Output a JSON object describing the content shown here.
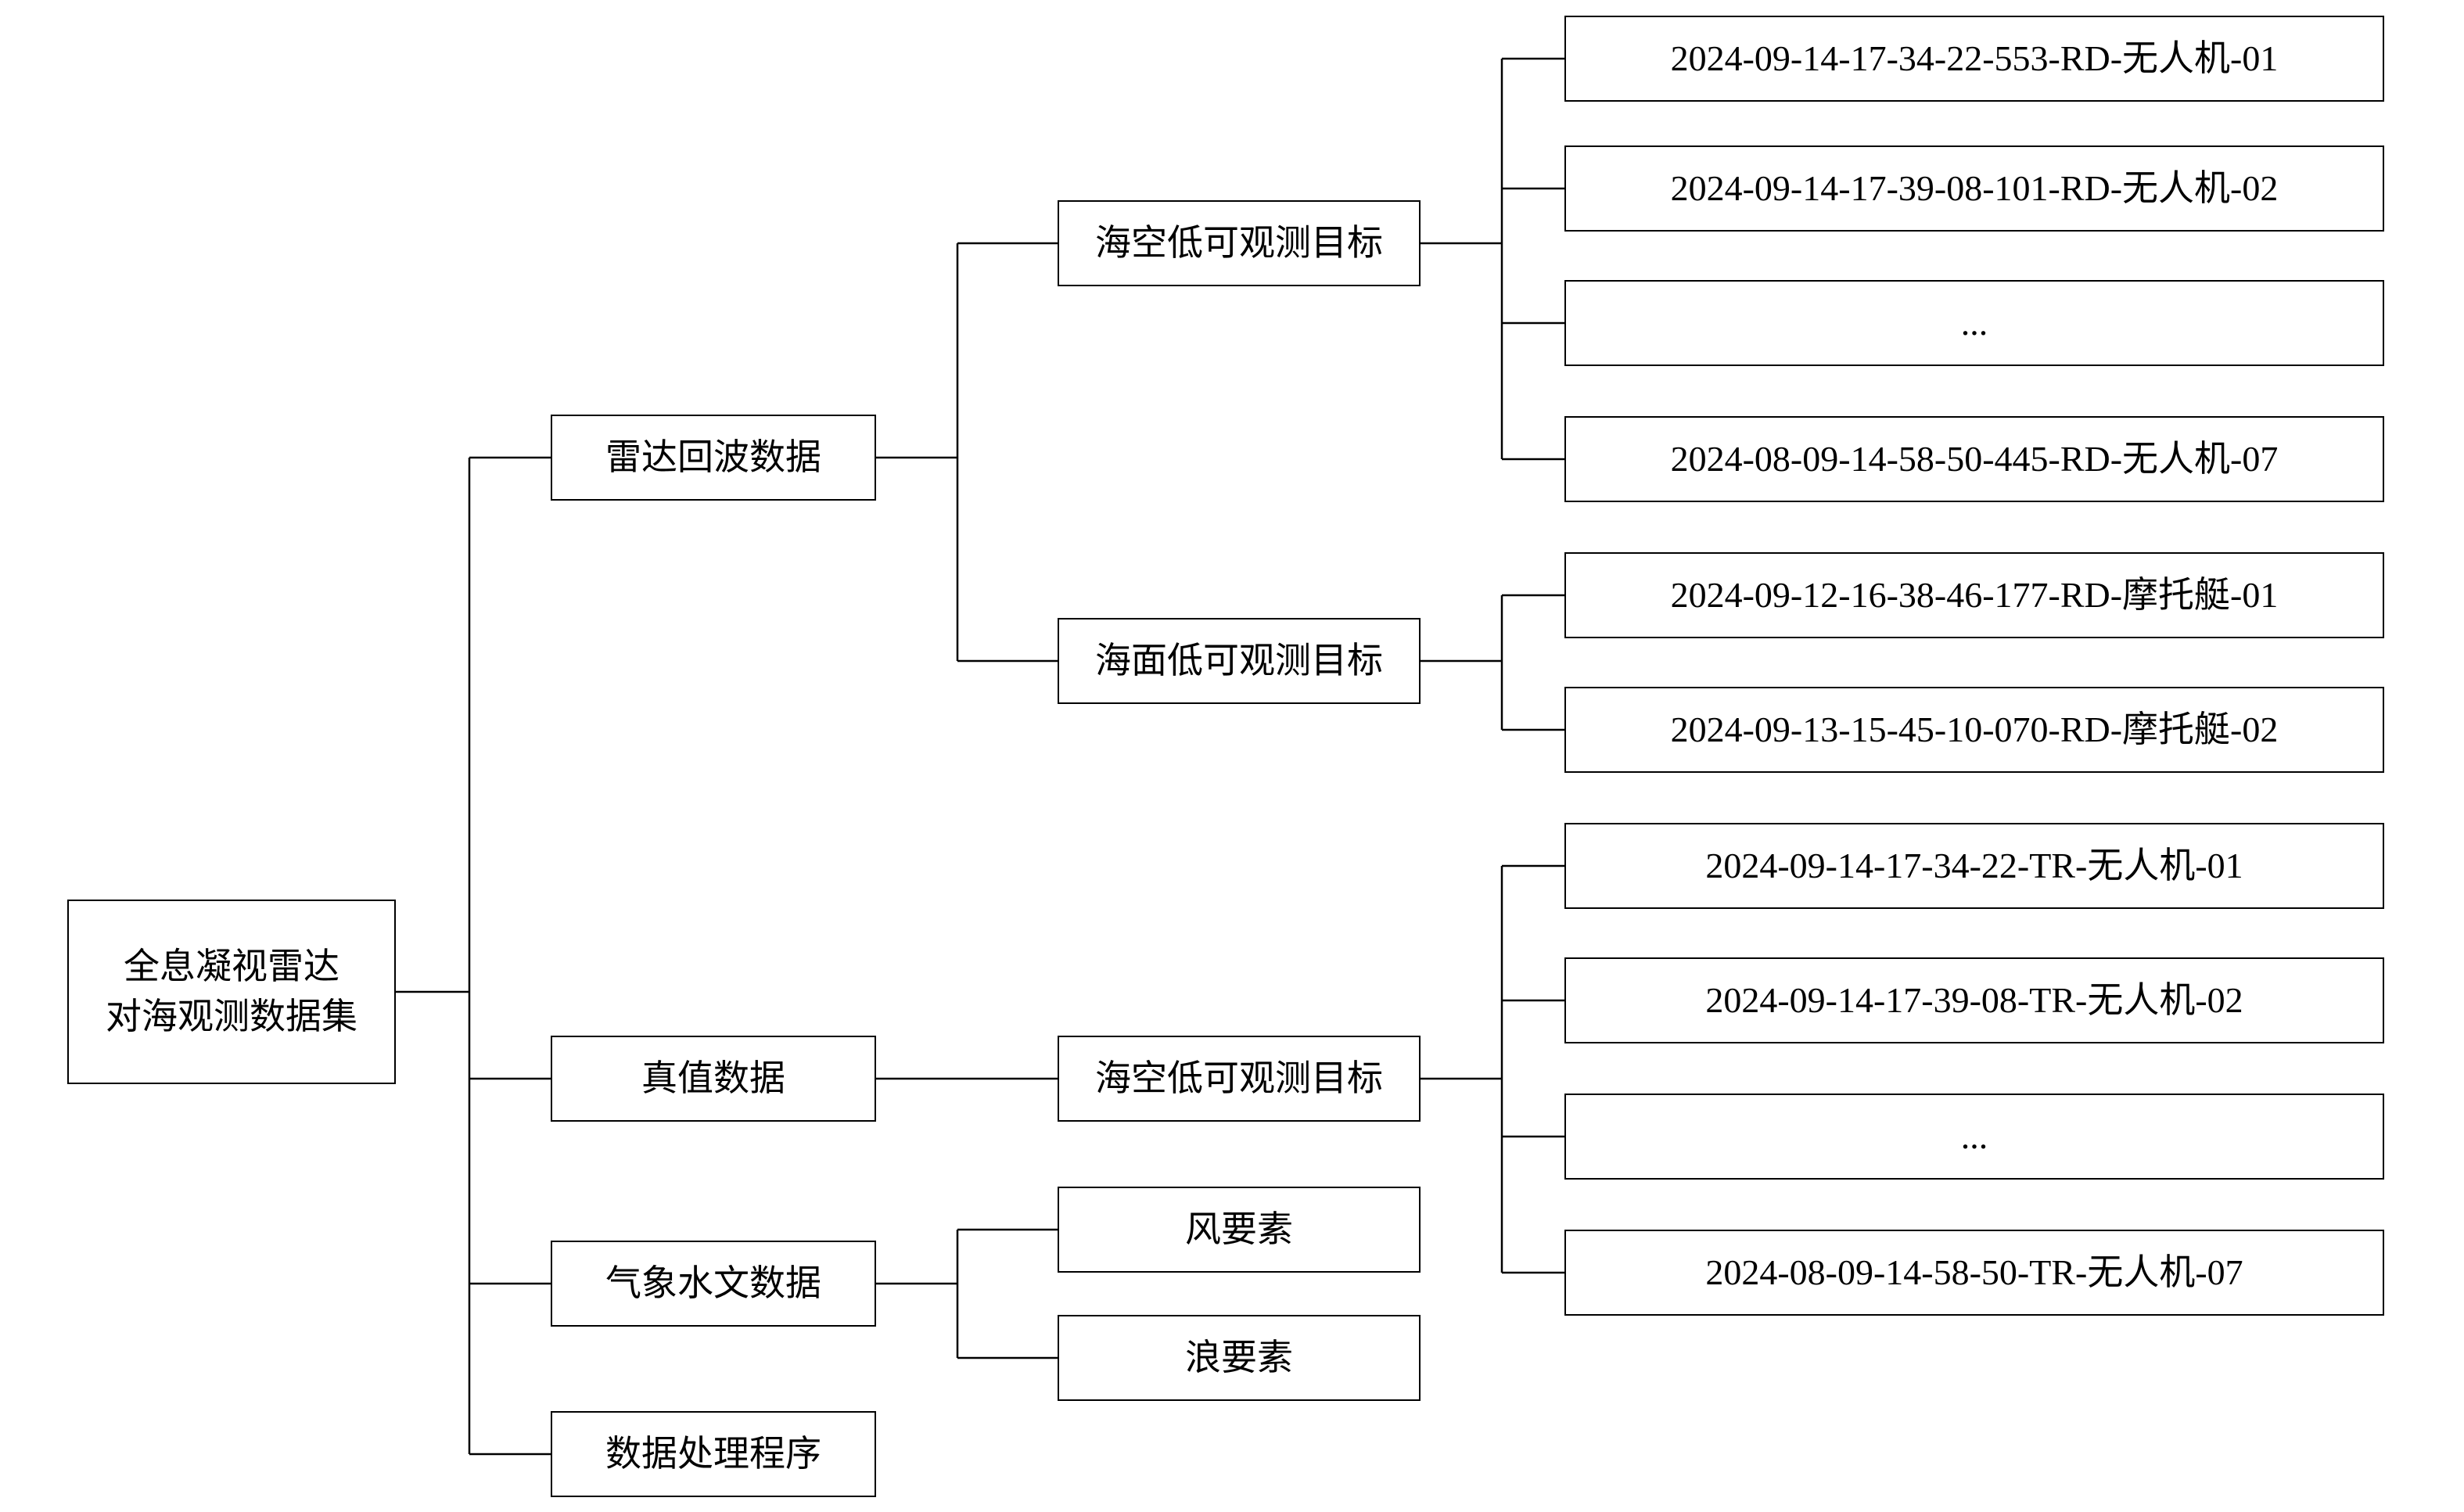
{
  "root": {
    "label": "全息凝视雷达\n对海观测数据集"
  },
  "branches": {
    "radar_echo": "雷达回波数据",
    "truth": "真值数据",
    "meteo": "气象水文数据",
    "processing": "数据处理程序"
  },
  "groups": {
    "radar_airsea": "海空低可观测目标",
    "radar_surface": "海面低可观测目标",
    "truth_airsea": "海空低可观测目标",
    "wind": "风要素",
    "wave": "浪要素"
  },
  "files": {
    "radar_airsea": [
      "2024-09-14-17-34-22-553-RD-无人机-01",
      "2024-09-14-17-39-08-101-RD-无人机-02",
      "...",
      "2024-08-09-14-58-50-445-RD-无人机-07"
    ],
    "radar_surface": [
      "2024-09-12-16-38-46-177-RD-摩托艇-01",
      "2024-09-13-15-45-10-070-RD-摩托艇-02"
    ],
    "truth_airsea": [
      "2024-09-14-17-34-22-TR-无人机-01",
      "2024-09-14-17-39-08-TR-无人机-02",
      "...",
      "2024-08-09-14-58-50-TR-无人机-07"
    ]
  },
  "colors": {
    "line": "#000000",
    "border": "#000000",
    "background": "#ffffff"
  }
}
